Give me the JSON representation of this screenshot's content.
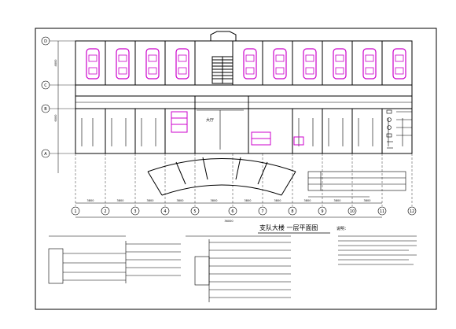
{
  "drawing": {
    "title": "支队大楼 一层平面图"
  },
  "grid": {
    "column_labels": [
      "1",
      "2",
      "3",
      "4",
      "5",
      "6",
      "7",
      "8",
      "9",
      "10",
      "11",
      "12"
    ],
    "row_labels": [
      "D",
      "C",
      "B",
      "A"
    ],
    "top_dimensions": [
      "4800",
      "6000"
    ],
    "bottom_dimensions": [
      "3800",
      "3800",
      "3800",
      "3800",
      "3800",
      "3800",
      "3800",
      "3800",
      "3800",
      "3800"
    ],
    "total_dimension": "36000"
  },
  "rooms": {
    "center_label": "大厅"
  },
  "notes": {
    "heading": "说明："
  },
  "colors": {
    "line": "#000000",
    "vehicle": "#cc00cc",
    "furniture": "#cc00cc"
  }
}
